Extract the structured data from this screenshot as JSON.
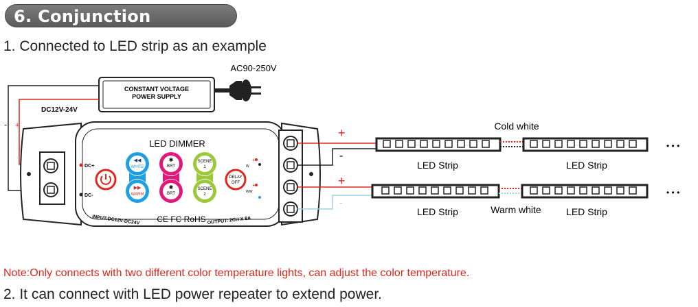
{
  "header": {
    "title": "6. Conjunction Diagram"
  },
  "intro": "1. Connected to LED strip as an example",
  "power": {
    "ac_label": "AC90-250V",
    "psu_line1": "CONSTANT VOLTAGE",
    "psu_line2": "POWER SUPPLY",
    "dc_label": "DC12V-24V",
    "minus": "-",
    "plus": "+"
  },
  "dimmer": {
    "title": "LED DIMMER",
    "dc_plus": "DC+",
    "dc_minus": "DC-",
    "btn_white": "WHITE",
    "btn_warm": "WARM",
    "btn_brt_up": "BRT",
    "btn_brt_down": "BRT",
    "btn_scene1": "SCENE",
    "btn_scene1_num": "1",
    "btn_scene2": "SCENE",
    "btn_scene2_num": "2",
    "btn_delay": "DELAY",
    "btn_off": "OFF",
    "input_label": "INPUT:DC12V-DC24V",
    "cert": "CE FC RoHS",
    "output_label": "OUTPUT: 2CH X 8A",
    "out_w": "W",
    "out_ww": "WW"
  },
  "wiring": {
    "plus": "+",
    "minus": "-"
  },
  "strips": {
    "cold_white": "Cold white",
    "warm_white": "Warm white",
    "strip_label": "LED Strip",
    "dots": "• • •"
  },
  "note": "Note:Only connects with two different color temperature lights, can adjust the color temperature.",
  "step2": "2. It can connect with LED power repeater  to extend power.",
  "colors": {
    "red": "#e0261c",
    "blue": "#1e9fe0",
    "magenta": "#e2197a",
    "green": "#9cc93a",
    "light_blue": "#9fd0ea"
  }
}
